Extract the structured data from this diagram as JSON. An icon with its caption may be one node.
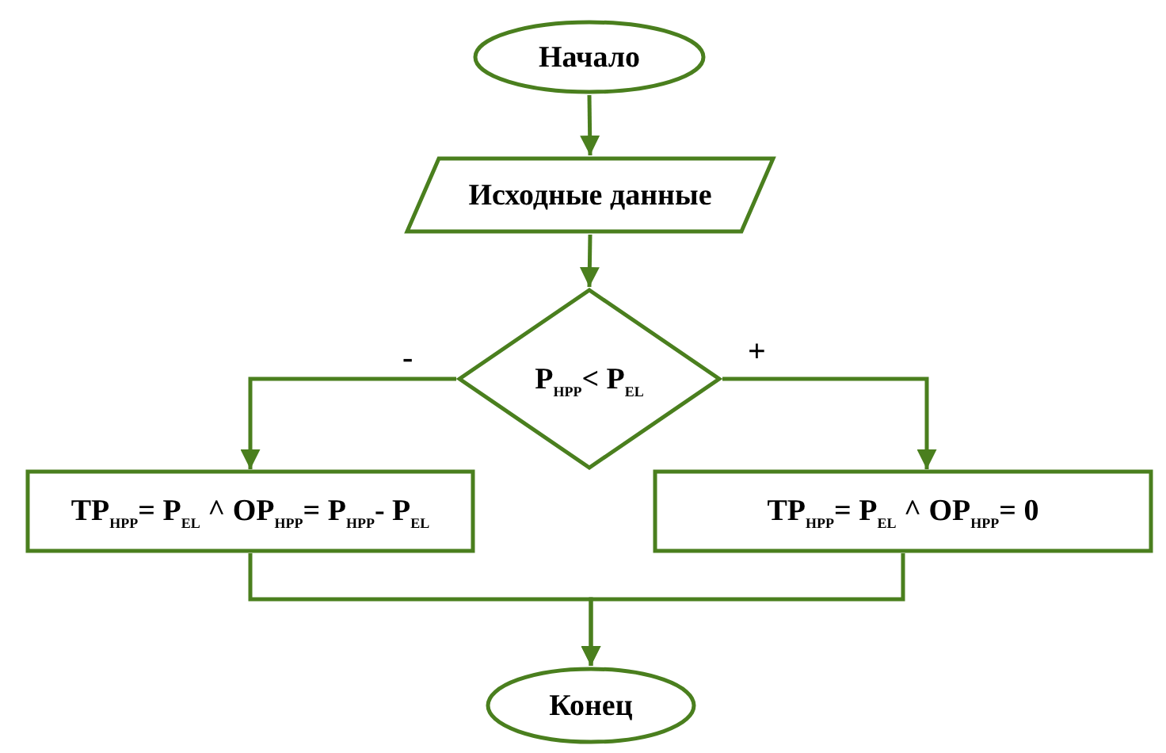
{
  "diagram": {
    "nodes": [
      {
        "text": [
          "Начало"
        ]
      },
      {
        "text": [
          "Исходные данные"
        ]
      },
      {
        "text": [
          "P$_{HPP}$< P$_{EL}$"
        ]
      },
      {
        "text": [
          "TP$_{HPP}$= P$_{EL}$ ^ OP$_{HPP}$= P$_{HPP}$- P$_{EL}$"
        ]
      },
      {
        "text": [
          "TP$_{HPP}$= P$_{EL}$ ^ OP$_{HPP}$= 0"
        ]
      },
      {
        "text": [
          "Конец"
        ]
      }
    ],
    "edges": [
      {
        "from": 0,
        "to": 1,
        "arrow": "to"
      },
      {
        "from": 1,
        "to": 2,
        "arrow": "to"
      },
      {
        "from": 2,
        "to": 3,
        "arrow": "to",
        "label": "-"
      },
      {
        "from": 2,
        "to": 4,
        "arrow": "to",
        "label": "+"
      },
      {
        "from": 3,
        "to": 5,
        "arrow": "to"
      },
      {
        "from": 4,
        "to": 5,
        "arrow": "to"
      }
    ]
  }
}
